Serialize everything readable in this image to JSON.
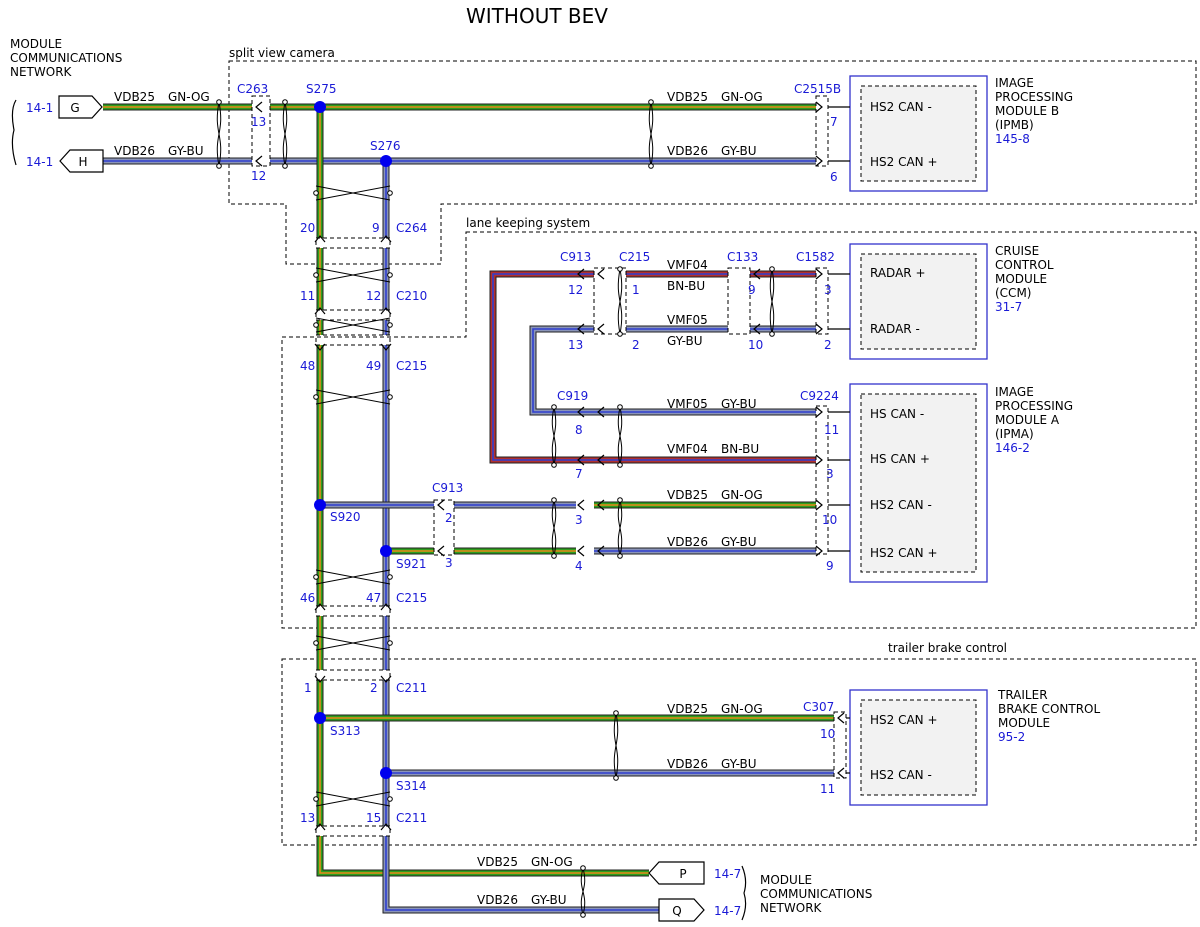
{
  "title": "WITHOUT BEV",
  "colors": {
    "green": "#2e9e1e",
    "orange": "#e88a1a",
    "gray": "#8a94b8",
    "blue": "#2f3fd0",
    "brown": "#b03030",
    "text_blue": "#1a1ad6",
    "node": "#0000ee"
  },
  "networks": {
    "left": {
      "label1": "MODULE",
      "label2": "COMMUNICATIONS",
      "label3": "NETWORK"
    },
    "right": {
      "label1": "MODULE",
      "label2": "COMMUNICATIONS",
      "label3": "NETWORK"
    }
  },
  "connectors": [
    {
      "id": "G",
      "ref": "14-1"
    },
    {
      "id": "H",
      "ref": "14-1"
    },
    {
      "id": "P",
      "ref": "14-7"
    },
    {
      "id": "Q",
      "ref": "14-7"
    }
  ],
  "groups": {
    "split": "split view camera",
    "lane": "lane keeping system",
    "trailer": "trailer brake control"
  },
  "modules": {
    "ipmb": {
      "name1": "IMAGE",
      "name2": "PROCESSING",
      "name3": "MODULE B",
      "name4": "(IPMB)",
      "ref": "145-8",
      "pin1": "HS2 CAN -",
      "pin2": "HS2 CAN +"
    },
    "ccm": {
      "name1": "CRUISE",
      "name2": "CONTROL",
      "name3": "MODULE",
      "name4": "(CCM)",
      "ref": "31-7",
      "pin1": "RADAR +",
      "pin2": "RADAR -"
    },
    "ipma": {
      "name1": "IMAGE",
      "name2": "PROCESSING",
      "name3": "MODULE A",
      "name4": "(IPMA)",
      "ref": "146-2",
      "pin1": "HS CAN -",
      "pin2": "HS CAN +",
      "pin3": "HS2 CAN -",
      "pin4": "HS2 CAN +"
    },
    "tbcm": {
      "name1": "TRAILER",
      "name2": "BRAKE CONTROL",
      "name3": "MODULE",
      "ref": "95-2",
      "pin1": "HS2 CAN +",
      "pin2": "HS2 CAN -"
    }
  },
  "wires": {
    "vdb25": "VDB25",
    "vdb26": "VDB26",
    "vmf04": "VMF04",
    "vmf05": "VMF05",
    "gnog": "GN-OG",
    "gybu": "GY-BU",
    "bnbu": "BN-BU"
  },
  "conn_labels": {
    "c263": "C263",
    "s275": "S275",
    "s276": "S276",
    "c2515b": "C2515B",
    "c264": "C264",
    "c210": "C210",
    "c215a": "C215",
    "c913a": "C913",
    "c215b": "C215",
    "c133": "C133",
    "c1582": "C1582",
    "c919": "C919",
    "c9224": "C9224",
    "c913b": "C913",
    "s920": "S920",
    "s921": "S921",
    "c215c": "C215",
    "c211a": "C211",
    "s313": "S313",
    "s314": "S314",
    "c307": "C307",
    "c211b": "C211"
  },
  "pins": {
    "p13a": "13",
    "p12a": "12",
    "p7a": "7",
    "p6a": "6",
    "p20": "20",
    "p9a": "9",
    "p11a": "11",
    "p12b": "12",
    "p48": "48",
    "p49": "49",
    "p12c": "12",
    "p1a": "1",
    "p9b": "9",
    "p3a": "3",
    "p13b": "13",
    "p2a": "2",
    "p10a": "10",
    "p2b": "2",
    "p8a": "8",
    "p11b": "11",
    "p7b": "7",
    "p3b": "3",
    "p2c": "2",
    "p3c": "3",
    "p10b": "10",
    "p3d": "3",
    "p4a": "4",
    "p9c": "9",
    "p46": "46",
    "p47": "47",
    "p1b": "1",
    "p2d": "2",
    "p10c": "10",
    "p11c": "11",
    "p13c": "13",
    "p15": "15"
  }
}
